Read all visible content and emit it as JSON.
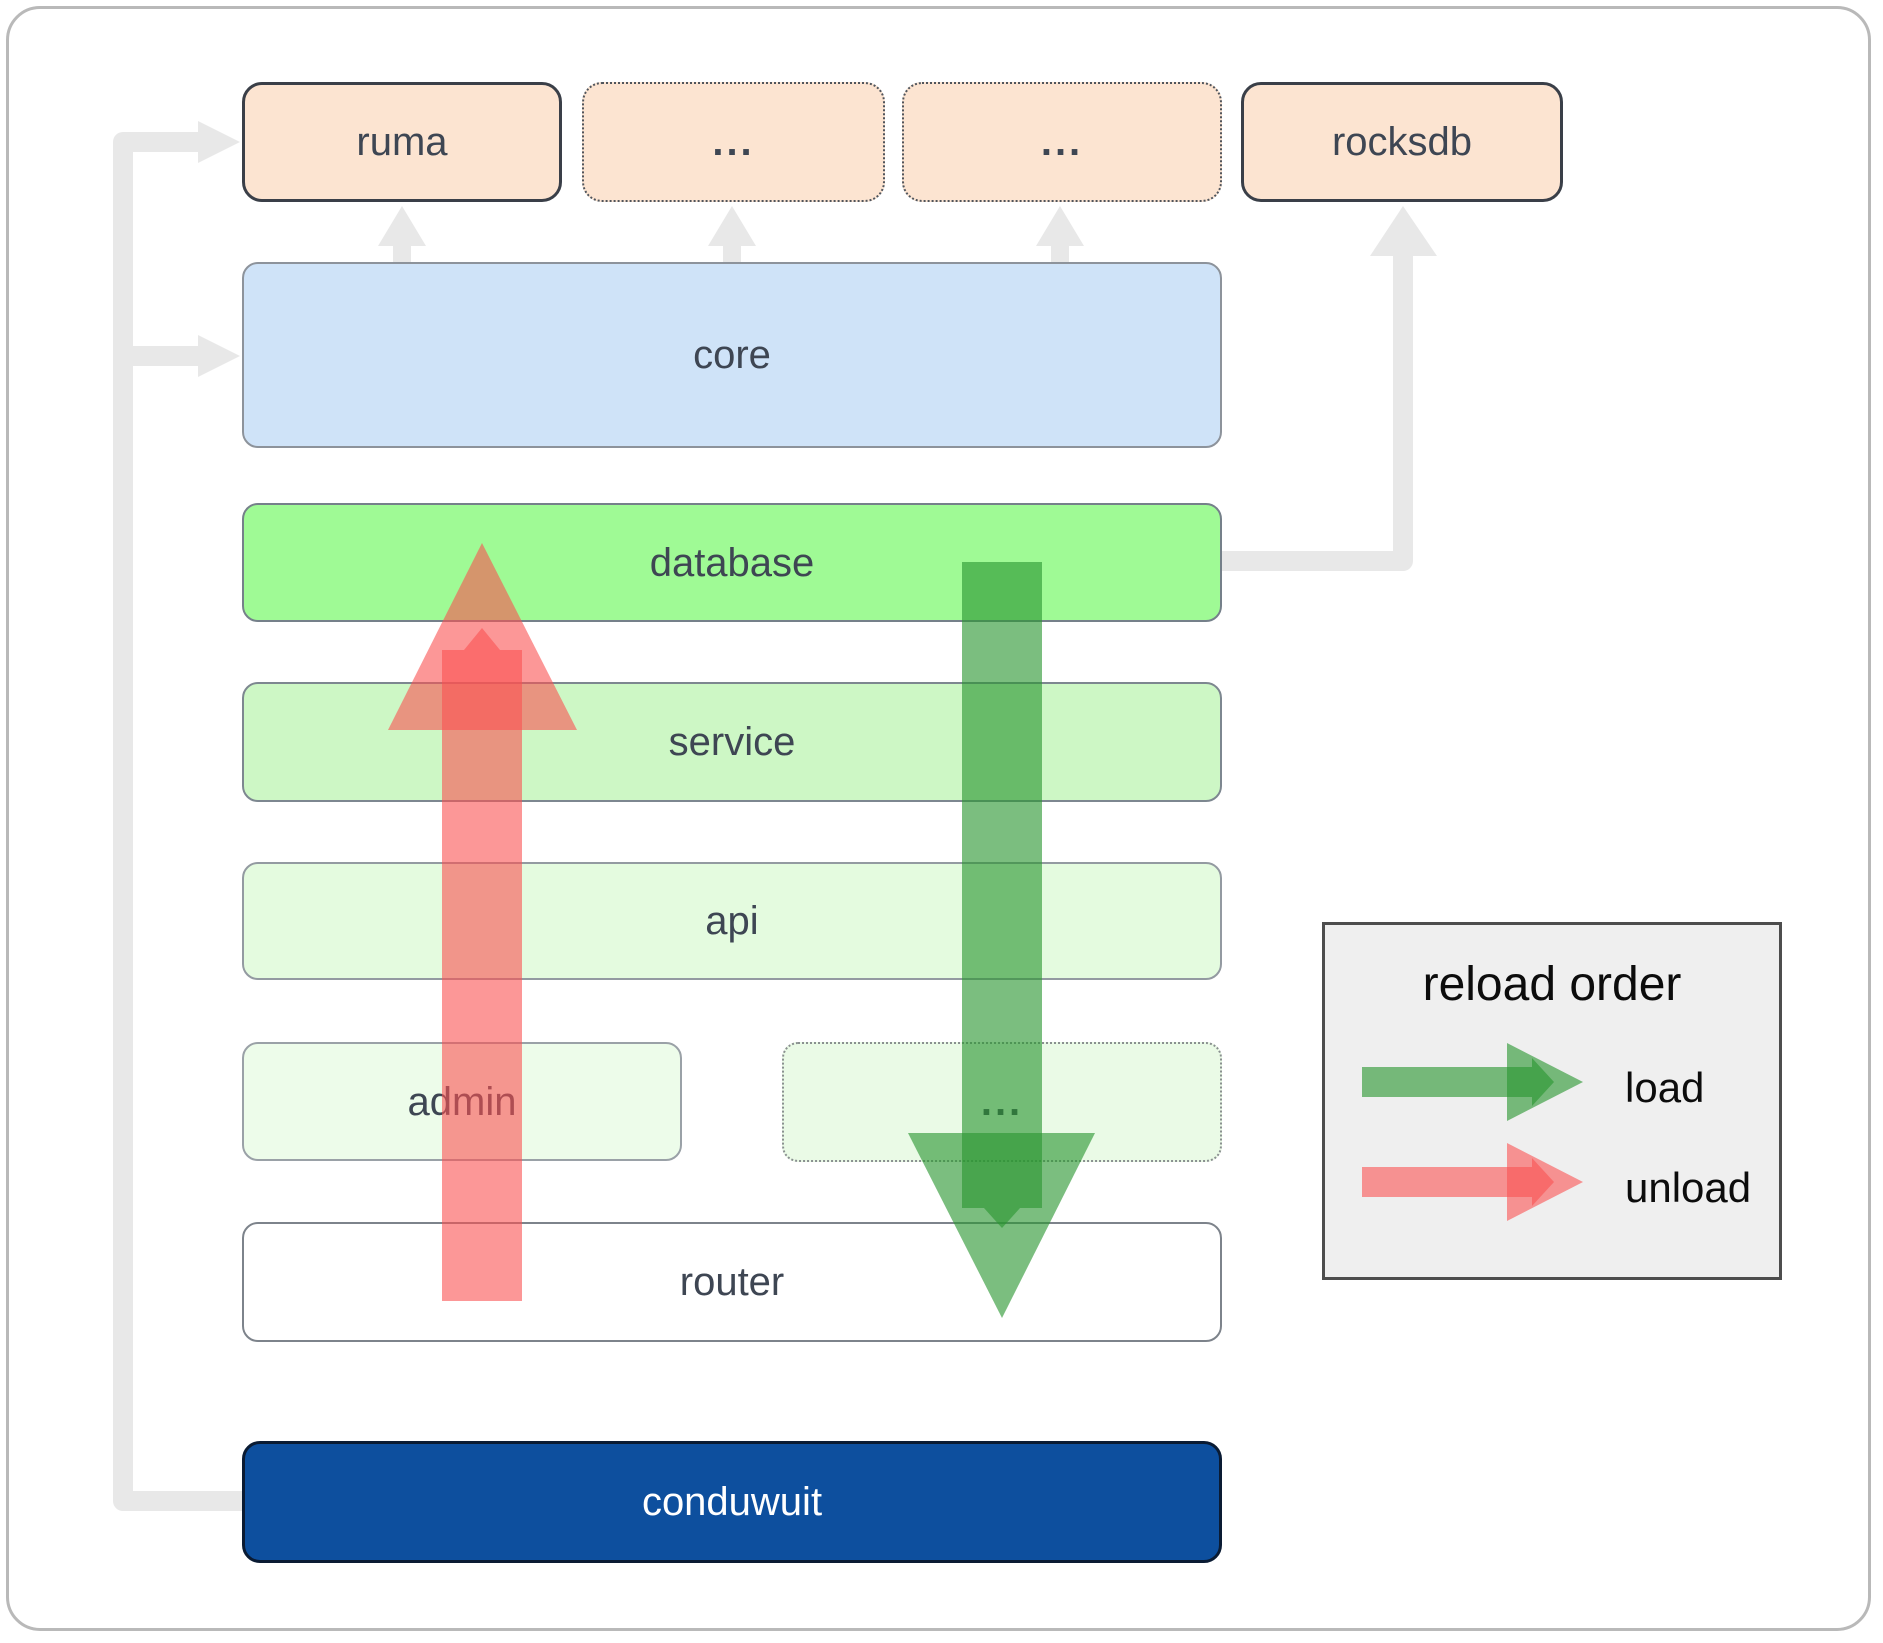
{
  "diagram": {
    "top_row": [
      {
        "id": "ruma",
        "label": "ruma"
      },
      {
        "id": "dependency-ellipsis-1",
        "label": "..."
      },
      {
        "id": "dependency-ellipsis-2",
        "label": "..."
      },
      {
        "id": "rocksdb",
        "label": "rocksdb"
      }
    ],
    "layers": [
      {
        "id": "core",
        "label": "core"
      },
      {
        "id": "database",
        "label": "database"
      },
      {
        "id": "service",
        "label": "service"
      },
      {
        "id": "api",
        "label": "api"
      },
      {
        "id": "admin",
        "label": "admin"
      },
      {
        "id": "service-ellipsis",
        "label": "..."
      },
      {
        "id": "router",
        "label": "router"
      },
      {
        "id": "conduwuit",
        "label": "conduwuit"
      }
    ]
  },
  "legend": {
    "title": "reload order",
    "items": [
      {
        "label": "load",
        "color": "#2a9630"
      },
      {
        "label": "unload",
        "color": "#fa5252"
      }
    ]
  },
  "colors": {
    "load_arrow": "#2a9630",
    "unload_arrow": "#fa5252",
    "connector": "#e8e8e8",
    "conduwuit_brand": "#0d4f9e",
    "node_text": "#3e4653"
  }
}
